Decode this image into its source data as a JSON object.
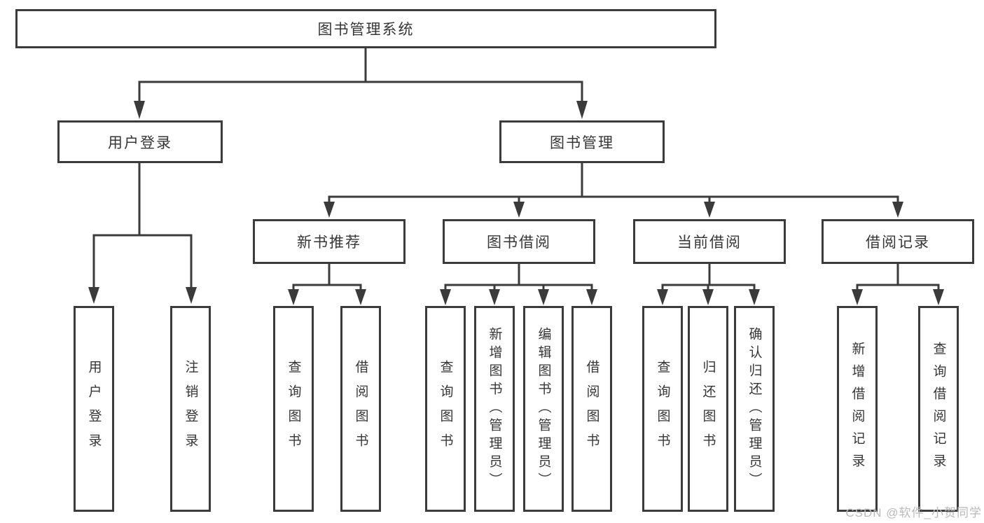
{
  "diagram": {
    "title_node": {
      "label": "图书管理系统"
    },
    "level2": [
      {
        "label": "用户登录"
      },
      {
        "label": "图书管理"
      }
    ],
    "level3": [
      {
        "label": "新书推荐",
        "parent": "图书管理"
      },
      {
        "label": "图书借阅",
        "parent": "图书管理"
      },
      {
        "label": "当前借阅",
        "parent": "图书管理"
      },
      {
        "label": "借阅记录",
        "parent": "图书管理"
      }
    ],
    "leaves": [
      {
        "label": "用户登录",
        "parent": "用户登录"
      },
      {
        "label": "注销登录",
        "parent": "用户登录"
      },
      {
        "label": "查询图书",
        "parent": "新书推荐"
      },
      {
        "label": "借阅图书",
        "parent": "新书推荐"
      },
      {
        "label": "查询图书",
        "parent": "图书借阅"
      },
      {
        "label": "新增图书（管理员）",
        "parent": "图书借阅"
      },
      {
        "label": "编辑图书（管理员）",
        "parent": "图书借阅"
      },
      {
        "label": "借阅图书",
        "parent": "图书借阅"
      },
      {
        "label": "查询图书",
        "parent": "当前借阅"
      },
      {
        "label": "归还图书",
        "parent": "当前借阅"
      },
      {
        "label": "确认归还（管理员）",
        "parent": "当前借阅"
      },
      {
        "label": "新增借阅记录",
        "parent": "借阅记录"
      },
      {
        "label": "查询借阅记录",
        "parent": "借阅记录"
      }
    ],
    "colors": {
      "line": "#3b3b3b",
      "text": "#363636",
      "background": "#ffffff",
      "watermark": "#b9b9b9"
    }
  },
  "watermark": {
    "text": "CSDN @软件_小贺同学"
  }
}
